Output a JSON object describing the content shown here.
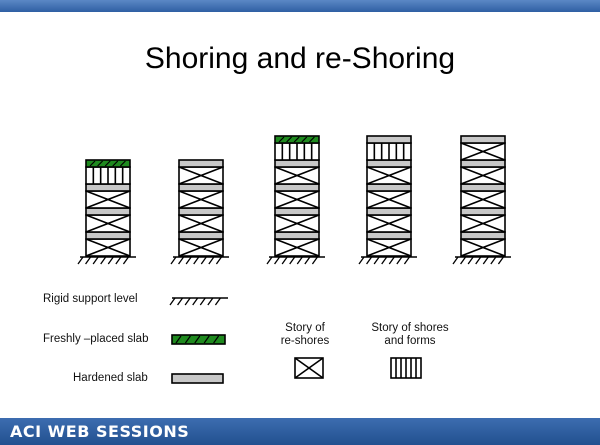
{
  "title": "Shoring and re-Shoring",
  "legend": {
    "rigid_support": "Rigid support level",
    "fresh_slab": "Freshly –placed slab",
    "hardened_slab": "Hardened slab",
    "reshores_line1": "Story of",
    "reshores_line2": "re-shores",
    "shores_line1": "Story of shores",
    "shores_line2": "and forms"
  },
  "footer": "ACI WEB SESSIONS",
  "colors": {
    "fresh_slab": "#1f8a1f",
    "hardened_slab": "#c8c8c8",
    "band": "#2f5fa3"
  },
  "towers": [
    {
      "id": "tower-1",
      "stories": [
        "fresh",
        "shores",
        "reshores",
        "reshores",
        "reshores"
      ]
    },
    {
      "id": "tower-2",
      "stories": [
        "slab",
        "reshores",
        "reshores",
        "reshores",
        "reshores"
      ]
    },
    {
      "id": "tower-3",
      "stories": [
        "fresh",
        "shores",
        "reshores",
        "reshores",
        "reshores",
        "reshores"
      ]
    },
    {
      "id": "tower-4",
      "stories": [
        "slab",
        "shores",
        "reshores",
        "reshores",
        "reshores",
        "reshores"
      ]
    },
    {
      "id": "tower-5",
      "stories": [
        "slab",
        "reshores",
        "reshores",
        "reshores",
        "reshores",
        "reshores"
      ]
    }
  ]
}
